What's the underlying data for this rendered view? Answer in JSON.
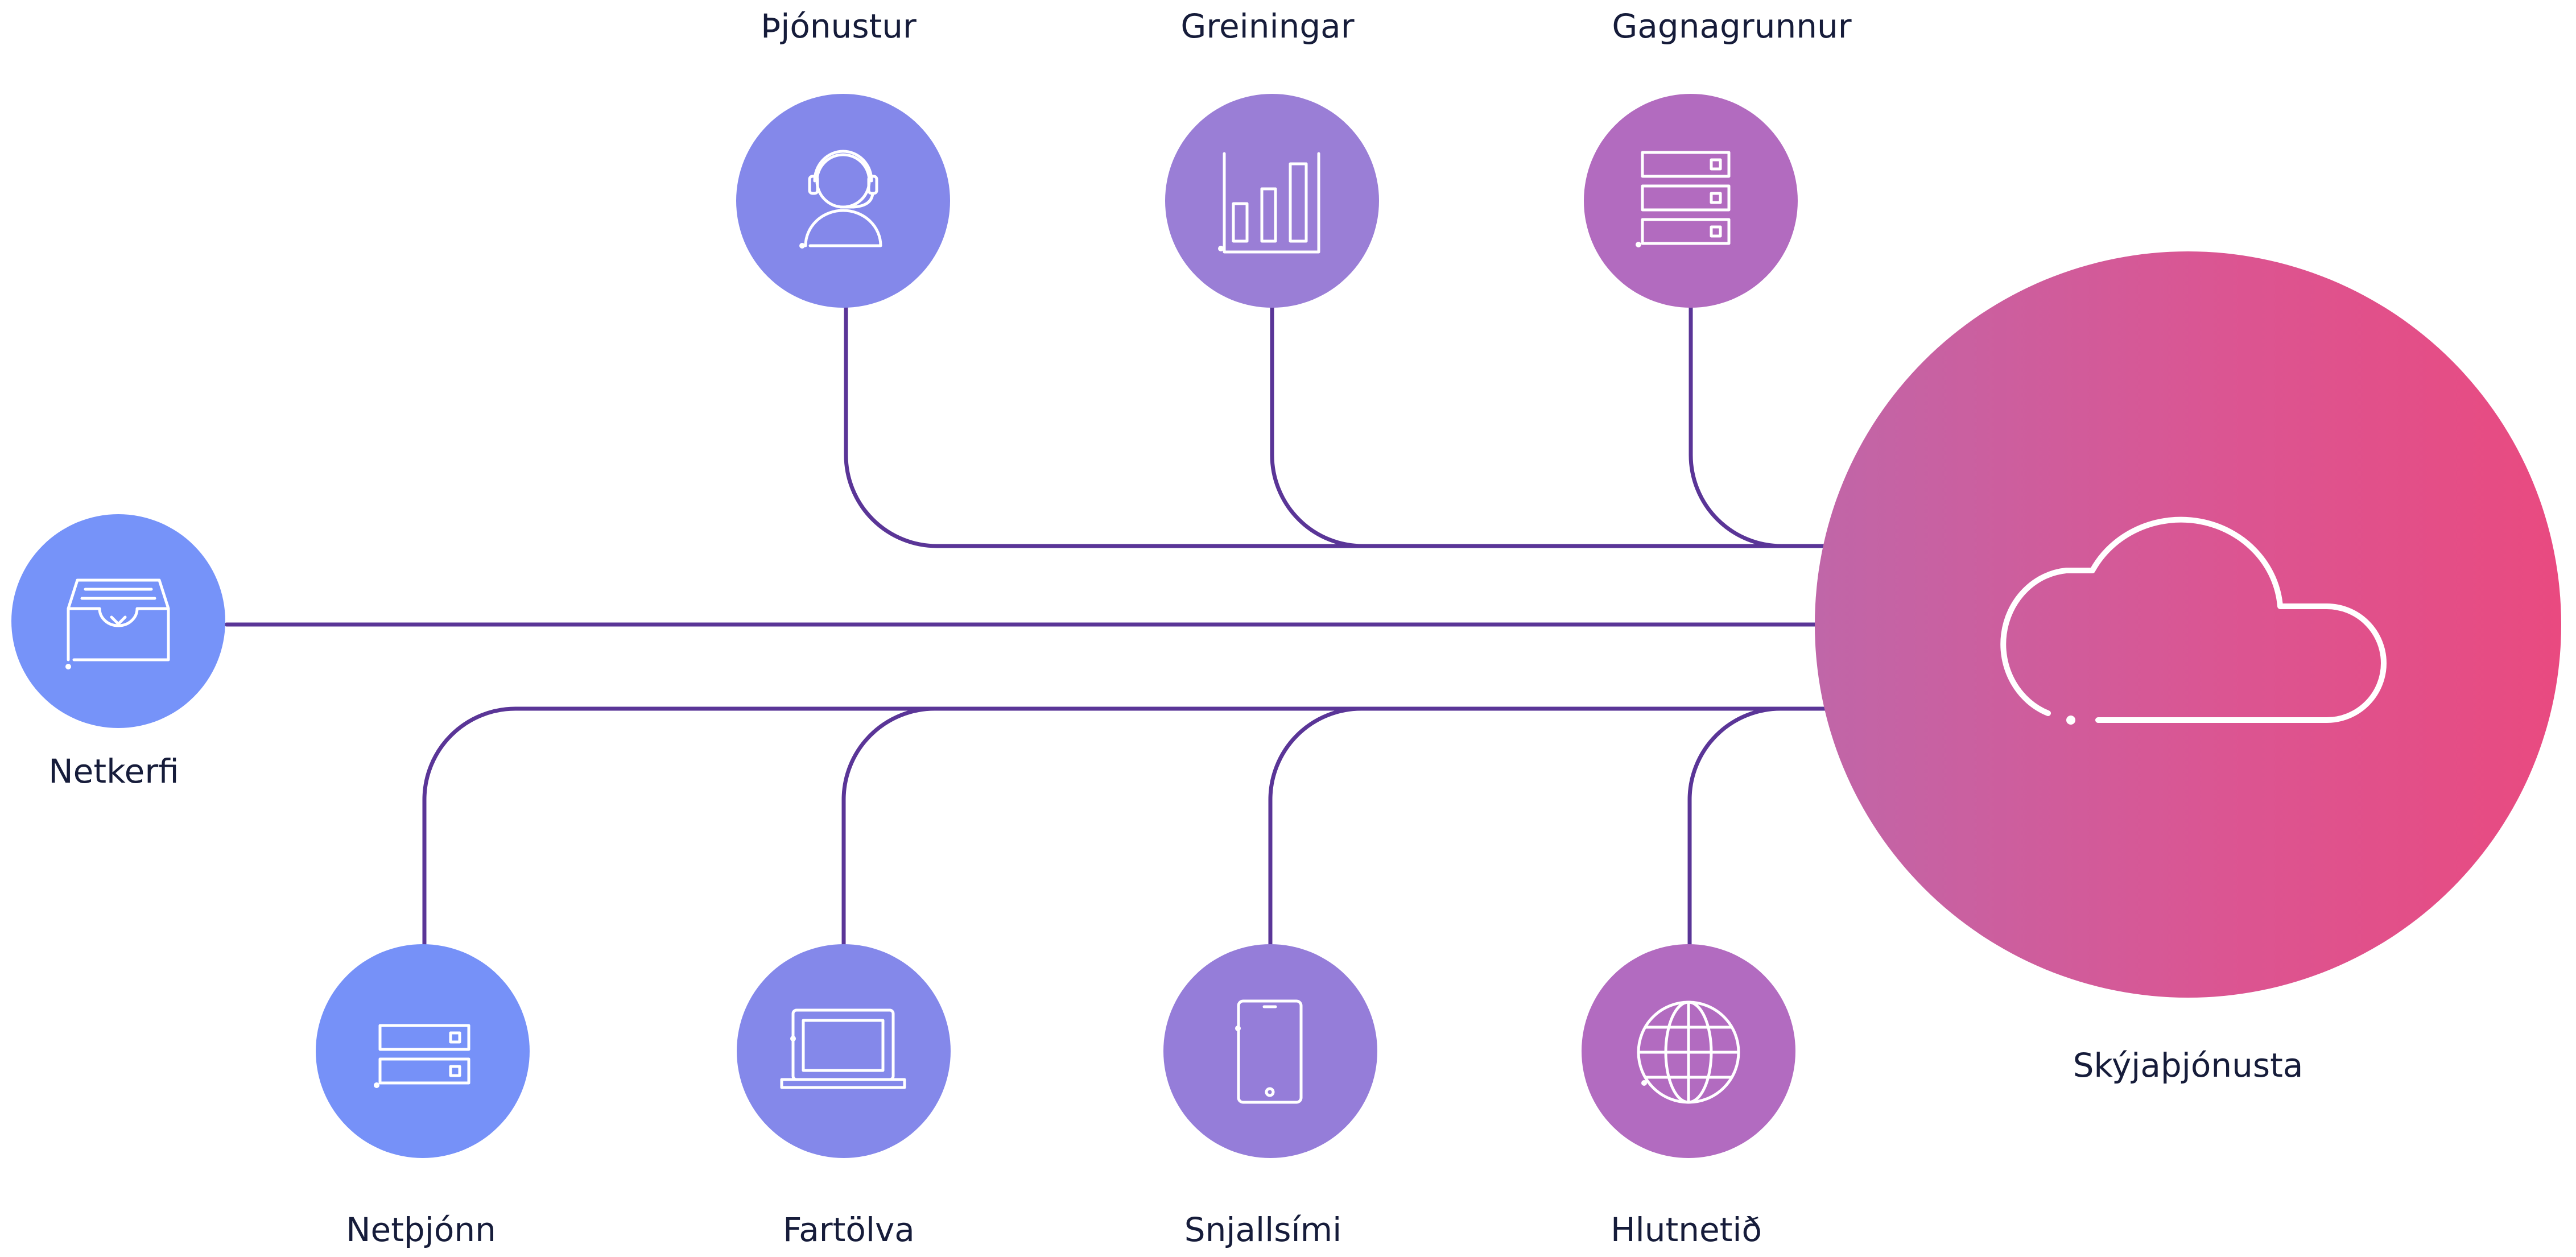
{
  "nodes": {
    "thjonustur": {
      "label": "Þjónustur",
      "icon": "support-agent-icon",
      "color": "#8488ea"
    },
    "greiningar": {
      "label": "Greiningar",
      "icon": "analytics-chart-icon",
      "color": "#9a7ed6"
    },
    "gagnagrunnur": {
      "label": "Gagnagrunnur",
      "icon": "database-icon",
      "color": "#b26bbf"
    },
    "netkerfi": {
      "label": "Netkerfi",
      "icon": "inbox-tray-icon",
      "color": "#7693f9"
    },
    "netthjonn": {
      "label": "Netþjónn",
      "icon": "server-icon",
      "color": "#7691f8"
    },
    "fartolva": {
      "label": "Fartölva",
      "icon": "laptop-icon",
      "color": "#8488ea"
    },
    "snjallsimi": {
      "label": "Snjallsími",
      "icon": "tablet-phone-icon",
      "color": "#957dd9"
    },
    "hlutnetid": {
      "label": "Hlutnetið",
      "icon": "globe-icon",
      "color": "#b26bc0"
    },
    "skyjathjonusta": {
      "label": "Skýjaþjónusta",
      "icon": "cloud-icon",
      "gradient": [
        "#c066a8",
        "#e94a80"
      ]
    }
  },
  "colors": {
    "connector": "#5a3597",
    "label_text": "#161c3a"
  }
}
